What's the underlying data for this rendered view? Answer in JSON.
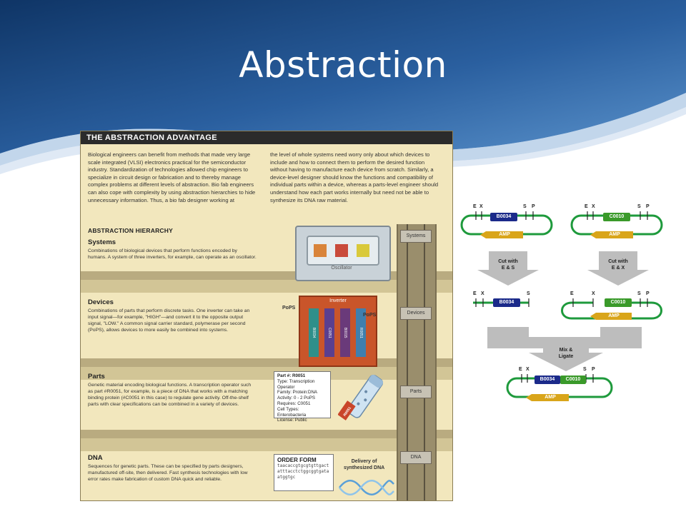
{
  "slide": {
    "title": "Abstraction"
  },
  "poster": {
    "header": "THE ABSTRACTION ADVANTAGE",
    "intro_left": "Biological engineers can benefit from methods that made very large scale integrated (VLSI) electronics practical for the semiconductor industry. Standardization of technologies allowed chip engineers to specialize in circuit design or fabrication and to thereby manage complex problems at different levels of abstraction. Bio fab engineers can also cope with complexity by using abstraction hierarchies to hide unnecessary information. Thus, a bio fab designer working at",
    "intro_right": "the level of whole systems need worry only about which devices to include and how to connect them to perform the desired function without having to manufacture each device from scratch. Similarly, a device-level designer should know the functions and compatibility of individual parts within a device, whereas a parts-level engineer should understand how each part works internally but need not be able to synthesize its DNA raw material.",
    "hierarchy_title": "ABSTRACTION HIERARCHY",
    "levels": [
      {
        "title": "Systems",
        "desc": "Combinations of biological devices that perform functions encoded by humans. A system of three inverters, for example, can operate as an oscillator.",
        "sign": "Systems"
      },
      {
        "title": "Devices",
        "desc": "Combinations of parts that perform discrete tasks. One inverter can take an input signal—for example, \"HIGH\"—and convert it to the opposite output signal, \"LOW.\" A common signal carrier standard, polymerase per second (PoPS), allows devices to more easily be combined into systems.",
        "sign": "Devices"
      },
      {
        "title": "Parts",
        "desc": "Genetic material encoding biological functions. A transcription operator such as part #R0051, for example, is a piece of DNA that works with a matching binding protein (#C0051 in this case) to regulate gene activity. Off-the-shelf parts with clear specifications can be combined in a variety of devices.",
        "sign": "Parts"
      },
      {
        "title": "DNA",
        "desc": "Sequences for genetic parts. These can be specified by parts designers, manufactured off-site, then delivered. Fast synthesis technologies with low error rates make fabrication of custom DNA quick and reliable.",
        "sign": "DNA"
      }
    ],
    "oscillator_label": "Oscillator",
    "inverter_label": "Inverter",
    "inverter_parts": [
      "B0034",
      "C0051",
      "B0015",
      "R0051"
    ],
    "pops_label": "PoPS",
    "part_card": [
      "Part #: R0051",
      "Type: Transcription Operator",
      "Family: Protein:DNA",
      "Activity: 0 - 2 PoPS",
      "Requires: C0051",
      "Cell Types: Enterobacteria",
      "License: Public"
    ],
    "vial_label": "R0051",
    "order_form": {
      "title": "ORDER FORM",
      "sequence": [
        "taacaccgtgcgtgttgact",
        "atttacctctggcggtgata",
        "atggtgc"
      ]
    },
    "delivery": [
      "Delivery of",
      "synthesized DNA"
    ]
  },
  "diagram": {
    "sites": {
      "E": "E",
      "X": "X",
      "S": "S",
      "P": "P"
    },
    "part_a": "B0034",
    "part_b": "C0010",
    "resistance": "AMP",
    "cut_left": [
      "Cut with",
      "E & S"
    ],
    "cut_right": [
      "Cut with",
      "E & X"
    ],
    "mix": [
      "Mix &",
      "Ligate"
    ]
  },
  "colors": {
    "banner_dark": "#123a73",
    "banner_light": "#4f87c4",
    "poster_bg": "#f2e7bd",
    "plasmid_green": "#1e9a3c",
    "block_blue": "#1b2a8a",
    "block_green": "#3a9a2a",
    "amp_gold": "#d9a51a",
    "arrow_gray": "#bdbdbd"
  }
}
